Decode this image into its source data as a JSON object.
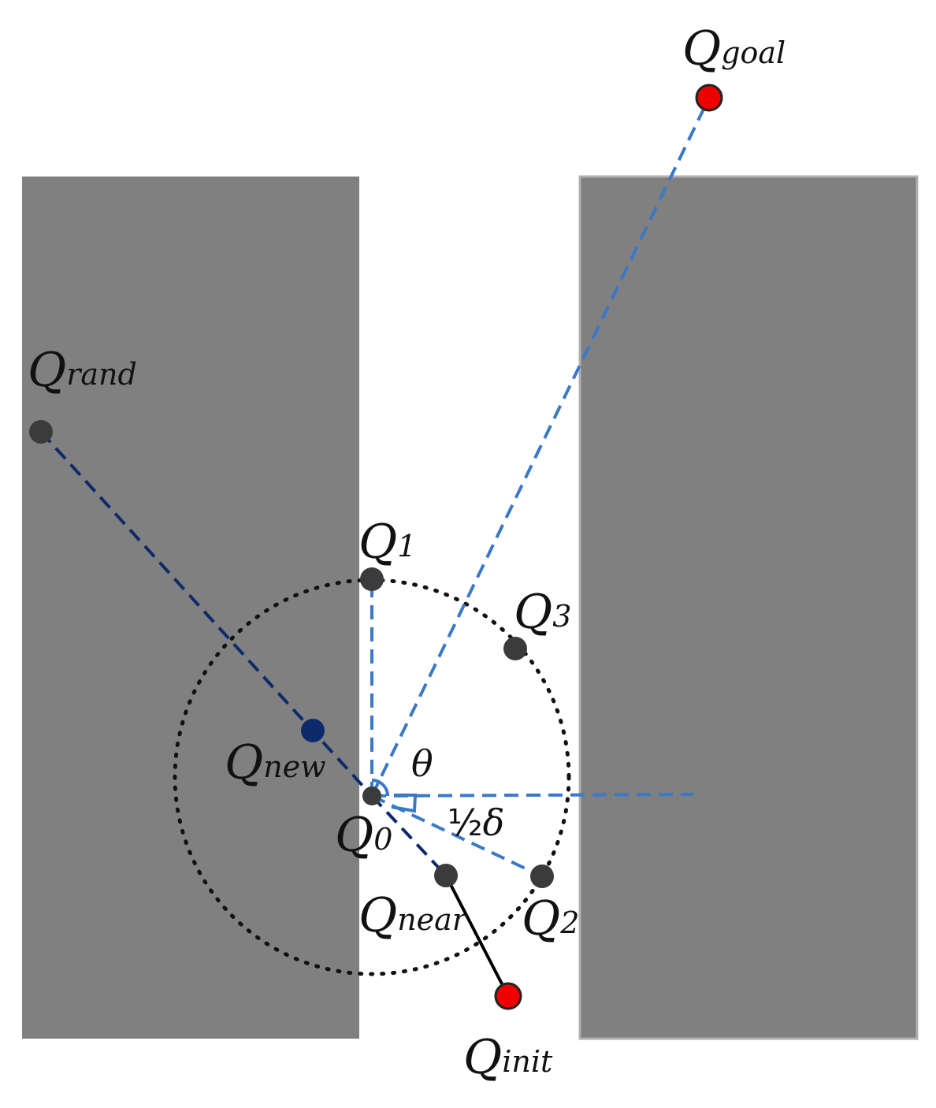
{
  "diagram": {
    "colors": {
      "obstacle": "#808080",
      "goal_line": "#3a78c8",
      "rand_line": "#0d2a6b",
      "node": "#3b3b3b",
      "node_new": "#0d2a6b",
      "endpoint": "#ee0000",
      "circle": "#111111",
      "tree_edge": "#000000"
    },
    "labels": {
      "q_goal": {
        "base": "Q",
        "sub": "goal"
      },
      "q_rand": {
        "base": "Q",
        "sub": "rand"
      },
      "q_1": {
        "base": "Q",
        "sub": "1"
      },
      "q_3": {
        "base": "Q",
        "sub": "3"
      },
      "q_new": {
        "base": "Q",
        "sub": "new"
      },
      "q_0": {
        "base": "Q",
        "sub": "0"
      },
      "q_near": {
        "base": "Q",
        "sub": "near"
      },
      "q_2": {
        "base": "Q",
        "sub": "2"
      },
      "q_init": {
        "base": "Q",
        "sub": "init"
      }
    },
    "angle_label": "θ",
    "half_delta": {
      "fraction": "½",
      "symbol": "δ"
    }
  }
}
